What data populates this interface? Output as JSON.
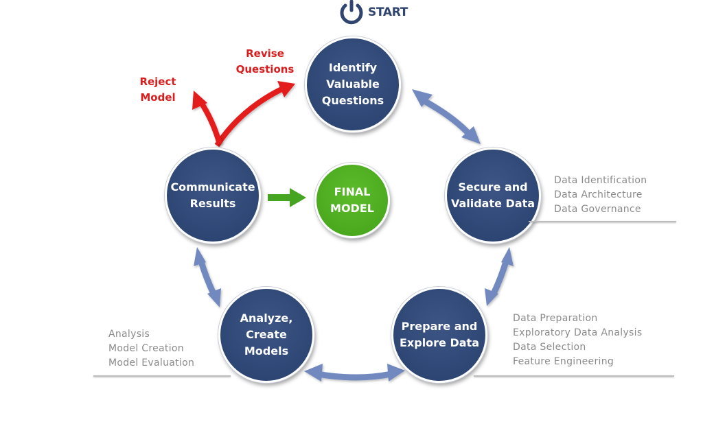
{
  "title": "Data Science Lifecycle",
  "start": {
    "label": "START",
    "icon": "power-icon"
  },
  "colors": {
    "node": "#2e4674",
    "final": "#4aa81e",
    "cycle_arrow": "#7289bf",
    "red_arrow": "#e31b1b",
    "green_arrow": "#45a420",
    "notes_text": "#8a8a8a",
    "red_text": "#d81e1e"
  },
  "nodes": [
    {
      "id": "identify",
      "label": "Identify\nValuable\nQuestions"
    },
    {
      "id": "secure",
      "label": "Secure and\nValidate Data"
    },
    {
      "id": "prepare",
      "label": "Prepare and\nExplore Data"
    },
    {
      "id": "analyze",
      "label": "Analyze,\nCreate\nModels"
    },
    {
      "id": "communicate",
      "label": "Communicate\nResults"
    }
  ],
  "final": {
    "label": "FINAL\nMODEL"
  },
  "feedback": {
    "reject": "Reject\nModel",
    "revise": "Revise\nQuestions"
  },
  "notes": {
    "secure": [
      "Data Identification",
      "Data Architecture",
      "Data Governance"
    ],
    "prepare": [
      "Data Preparation",
      "Exploratory Data Analysis",
      "Data Selection",
      "Feature Engineering"
    ],
    "analyze": [
      "Analysis",
      "Model Creation",
      "Model Evaluation"
    ]
  },
  "edges": [
    {
      "from": "identify",
      "to": "secure",
      "type": "bidirectional"
    },
    {
      "from": "secure",
      "to": "prepare",
      "type": "bidirectional"
    },
    {
      "from": "prepare",
      "to": "analyze",
      "type": "bidirectional"
    },
    {
      "from": "analyze",
      "to": "communicate",
      "type": "bidirectional"
    },
    {
      "from": "communicate",
      "to": "final",
      "type": "directed"
    },
    {
      "from": "communicate",
      "to": "identify",
      "type": "feedback",
      "label": "Revise Questions"
    },
    {
      "from": "communicate",
      "to": "reject",
      "type": "feedback",
      "label": "Reject Model"
    }
  ]
}
